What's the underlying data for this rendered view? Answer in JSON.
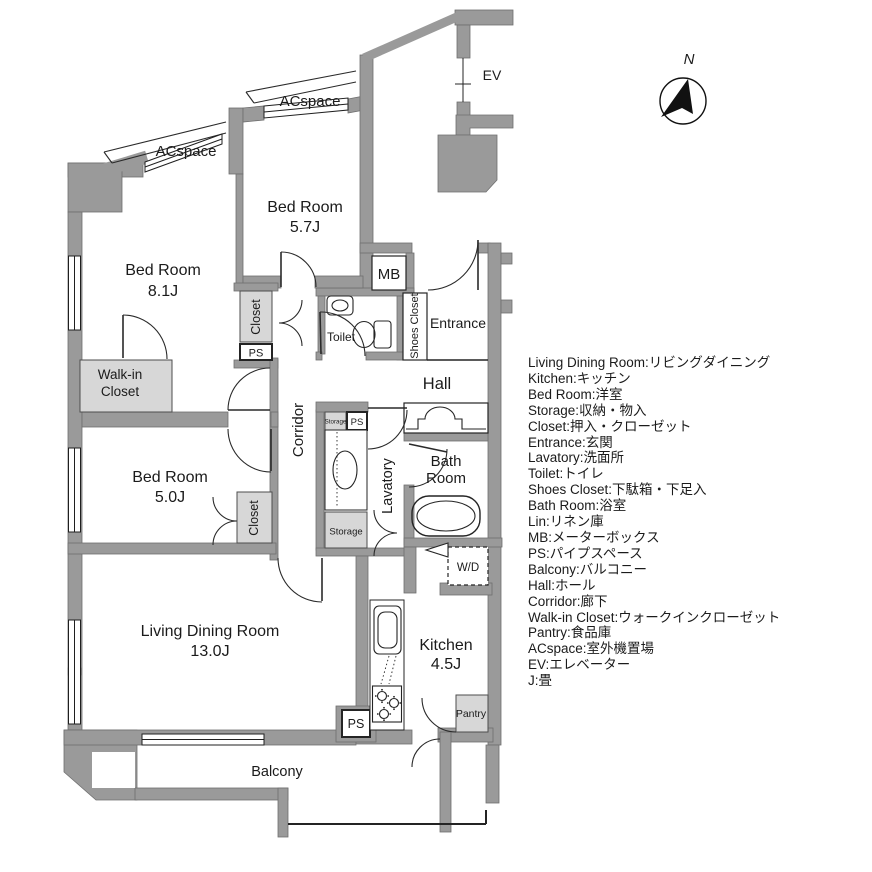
{
  "compass": {
    "north_label": "N"
  },
  "plan": {
    "ev_label": "EV",
    "acspace_upper": "ACspace",
    "acspace_lower": "ACspace",
    "rooms": {
      "bedroom_57": {
        "name": "Bed Room",
        "size": "5.7J"
      },
      "bedroom_81": {
        "name": "Bed Room",
        "size": "8.1J"
      },
      "bedroom_50": {
        "name": "Bed Room",
        "size": "5.0J"
      },
      "living_dining": {
        "name": "Living Dining Room",
        "size": "13.0J"
      },
      "kitchen": {
        "name": "Kitchen",
        "size": "4.5J"
      },
      "bath": {
        "line1": "Bath",
        "line2": "Room"
      },
      "walk_in_closet": {
        "line1": "Walk-in",
        "line2": "Closet"
      },
      "toilet": "Toilet",
      "lavatory": "Lavatory",
      "corridor": "Corridor",
      "hall": "Hall",
      "entrance": "Entrance",
      "shoes_closet": "Shoes Closet",
      "balcony": "Balcony",
      "pantry": "Pantry"
    },
    "small_labels": {
      "mb": "MB",
      "ps_closet": "PS",
      "ps_mid": "PS",
      "ps_kitchen": "PS",
      "storage_top": "Storage",
      "storage_mid": "Storage",
      "closet_upper": "Closet",
      "closet_lower": "Closet",
      "wd": "W/D"
    }
  },
  "legend": {
    "items": [
      "Living Dining Room:リビングダイニング",
      "Kitchen:キッチン",
      "Bed Room:洋室",
      "Storage:収納・物入",
      "Closet:押入・クローゼット",
      "Entrance:玄関",
      "Lavatory:洗面所",
      "Toilet:トイレ",
      "Shoes Closet:下駄箱・下足入",
      "Bath Room:浴室",
      "Lin:リネン庫",
      "MB:メーターボックス",
      "PS:パイプスペース",
      "Balcony:バルコニー",
      "Hall:ホール",
      "Corridor:廊下",
      "Walk-in Closet:ウォークインクローゼット",
      "Pantry:食品庫",
      "ACspace:室外機置場",
      "EV:エレベーター",
      "J:畳"
    ]
  },
  "colors": {
    "wall": "#9a9a9a",
    "shaded_area": "#d7d7d7",
    "line": "#1f1f1f"
  }
}
